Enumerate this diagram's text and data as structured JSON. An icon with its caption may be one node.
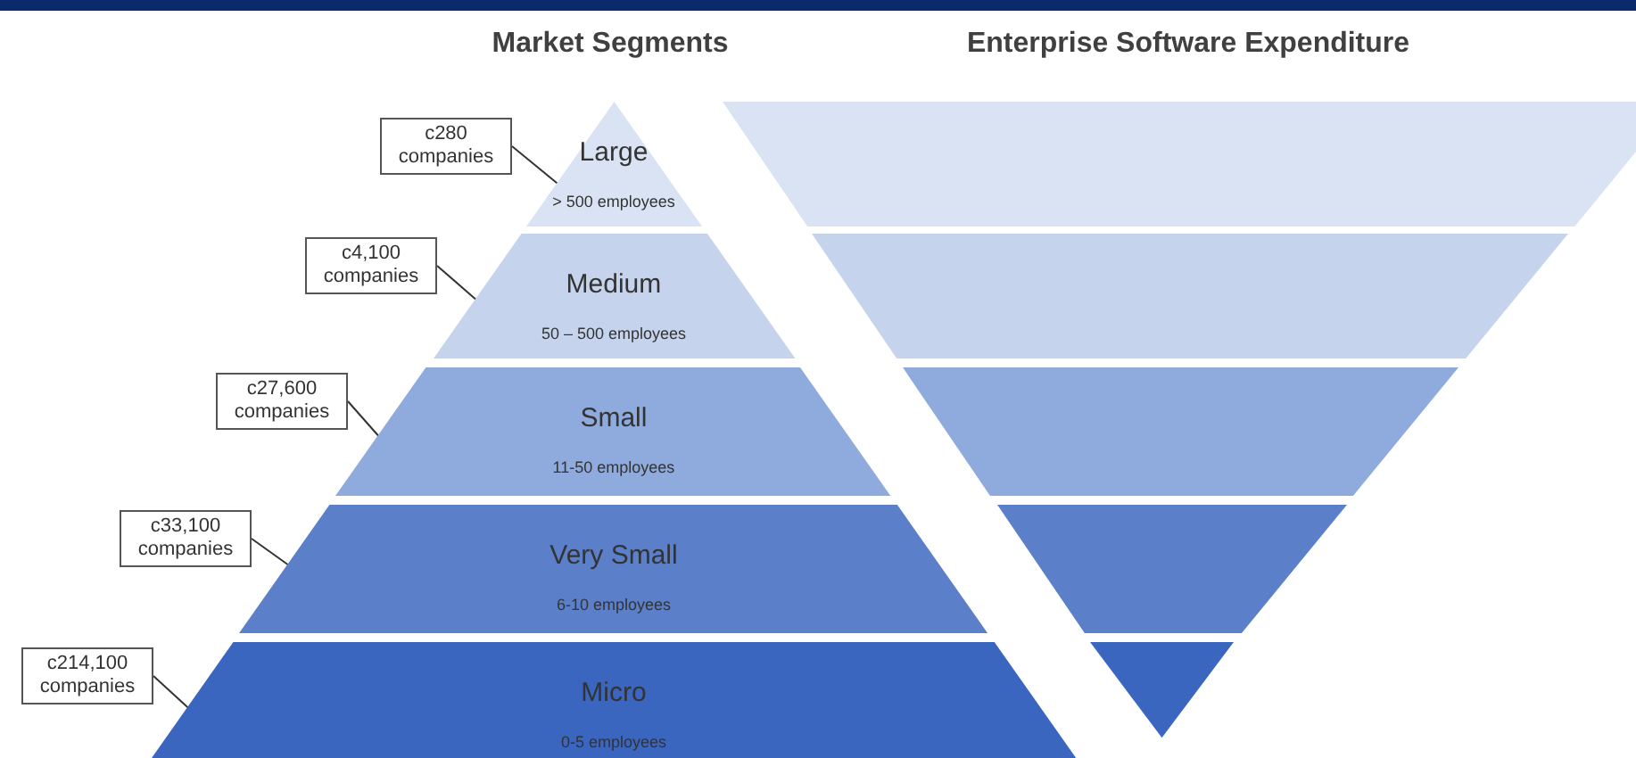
{
  "diagram": {
    "nodes": [
      {
        "text": [
          "Large",
          "> 500 employees"
        ]
      },
      {
        "text": [
          "Medium",
          "50 – 500 employees"
        ]
      },
      {
        "text": [
          "Small",
          "11-50 employees"
        ]
      },
      {
        "text": [
          "Very Small",
          "6-10 employees"
        ]
      },
      {
        "text": [
          "Micro",
          "0-5 employees"
        ]
      },
      {
        "text": [
          "c280 companies"
        ]
      },
      {
        "text": [
          "c4,100 companies"
        ]
      },
      {
        "text": [
          "c27,600 companies"
        ]
      },
      {
        "text": [
          "c33,100 companies"
        ]
      },
      {
        "text": [
          "c214,100 companies"
        ]
      },
      {
        "text": [],
        "shape": "trapezoid"
      },
      {
        "text": [],
        "shape": "trapezoid"
      },
      {
        "text": [],
        "shape": "trapezoid"
      },
      {
        "text": [],
        "shape": "trapezoid"
      },
      {
        "text": [],
        "shape": "triangle"
      }
    ],
    "edges": [
      {
        "from": 5,
        "to": 0,
        "arrow": "none"
      },
      {
        "from": 6,
        "to": 1,
        "arrow": "none"
      },
      {
        "from": 7,
        "to": 2,
        "arrow": "none"
      },
      {
        "from": 8,
        "to": 3,
        "arrow": "none"
      },
      {
        "from": 9,
        "to": 4,
        "arrow": "none"
      }
    ],
    "labels": [
      "Market Segments",
      "Enterprise Software Expenditure"
    ]
  }
}
